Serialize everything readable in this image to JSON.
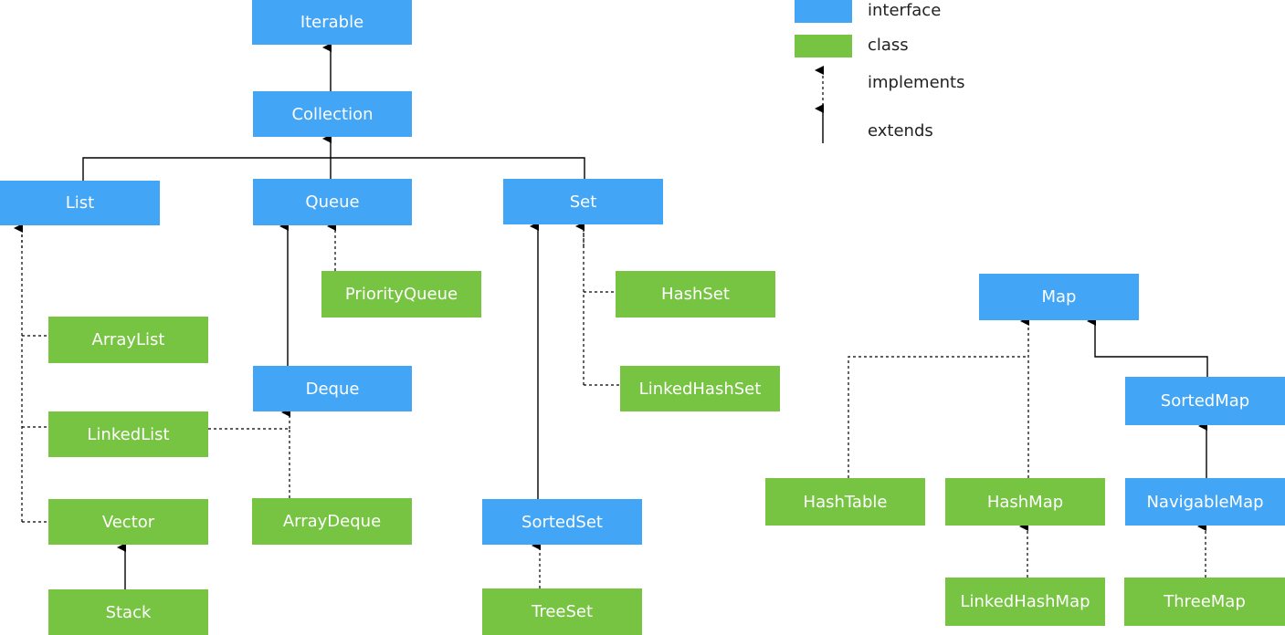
{
  "colors": {
    "interface": "#42a5f5",
    "class": "#76c442",
    "line": "#000000"
  },
  "legend": {
    "interface": "interface",
    "class": "class",
    "implements": "implements",
    "extends": "extends"
  },
  "nodes": {
    "iterable": {
      "label": "Iterable",
      "kind": "interface"
    },
    "collection": {
      "label": "Collection",
      "kind": "interface"
    },
    "list": {
      "label": "List",
      "kind": "interface"
    },
    "queue": {
      "label": "Queue",
      "kind": "interface"
    },
    "set": {
      "label": "Set",
      "kind": "interface"
    },
    "priorityqueue": {
      "label": "PriorityQueue",
      "kind": "class"
    },
    "arraylist": {
      "label": "ArrayList",
      "kind": "class"
    },
    "linkedlist": {
      "label": "LinkedList",
      "kind": "class"
    },
    "vector": {
      "label": "Vector",
      "kind": "class"
    },
    "stack": {
      "label": "Stack",
      "kind": "class"
    },
    "deque": {
      "label": "Deque",
      "kind": "interface"
    },
    "arraydeque": {
      "label": "ArrayDeque",
      "kind": "class"
    },
    "hashset": {
      "label": "HashSet",
      "kind": "class"
    },
    "linkedhashset": {
      "label": "LinkedHashSet",
      "kind": "class"
    },
    "sortedset": {
      "label": "SortedSet",
      "kind": "interface"
    },
    "treeset": {
      "label": "TreeSet",
      "kind": "class"
    },
    "map": {
      "label": "Map",
      "kind": "interface"
    },
    "sortedmap": {
      "label": "SortedMap",
      "kind": "interface"
    },
    "hashtable": {
      "label": "HashTable",
      "kind": "class"
    },
    "hashmap": {
      "label": "HashMap",
      "kind": "class"
    },
    "navigablemap": {
      "label": "NavigableMap",
      "kind": "interface"
    },
    "linkedhashmap": {
      "label": "LinkedHashMap",
      "kind": "class"
    },
    "threemap": {
      "label": "ThreeMap",
      "kind": "class"
    }
  },
  "relations": [
    {
      "from": "collection",
      "to": "iterable",
      "type": "extends"
    },
    {
      "from": "list",
      "to": "collection",
      "type": "extends"
    },
    {
      "from": "queue",
      "to": "collection",
      "type": "extends"
    },
    {
      "from": "set",
      "to": "collection",
      "type": "extends"
    },
    {
      "from": "arraylist",
      "to": "list",
      "type": "implements"
    },
    {
      "from": "linkedlist",
      "to": "list",
      "type": "implements"
    },
    {
      "from": "vector",
      "to": "list",
      "type": "implements"
    },
    {
      "from": "linkedlist",
      "to": "deque",
      "type": "implements"
    },
    {
      "from": "stack",
      "to": "vector",
      "type": "extends"
    },
    {
      "from": "priorityqueue",
      "to": "queue",
      "type": "implements"
    },
    {
      "from": "deque",
      "to": "queue",
      "type": "extends"
    },
    {
      "from": "arraydeque",
      "to": "deque",
      "type": "implements"
    },
    {
      "from": "hashset",
      "to": "set",
      "type": "implements"
    },
    {
      "from": "linkedhashset",
      "to": "set",
      "type": "implements"
    },
    {
      "from": "sortedset",
      "to": "set",
      "type": "extends"
    },
    {
      "from": "treeset",
      "to": "sortedset",
      "type": "implements"
    },
    {
      "from": "hashtable",
      "to": "map",
      "type": "implements"
    },
    {
      "from": "hashmap",
      "to": "map",
      "type": "implements"
    },
    {
      "from": "sortedmap",
      "to": "map",
      "type": "extends"
    },
    {
      "from": "navigablemap",
      "to": "sortedmap",
      "type": "extends"
    },
    {
      "from": "linkedhashmap",
      "to": "hashmap",
      "type": "implements"
    },
    {
      "from": "threemap",
      "to": "navigablemap",
      "type": "implements"
    }
  ]
}
